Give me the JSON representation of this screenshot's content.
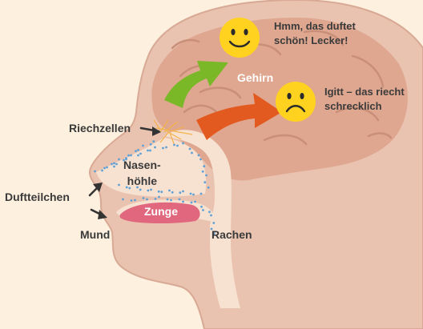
{
  "labels": {
    "pleasant_thought": "Hmm, das duftet\nschön! Lecker!",
    "unpleasant_thought": "Igitt – das riecht\nschrecklich",
    "brain": "Gehirn",
    "olfactory_cells": "Riechzellen",
    "nasal_cavity": "Nasen-\nhöhle",
    "odor_particles": "Duftteilchen",
    "tongue": "Zunge",
    "mouth": "Mund",
    "throat": "Rachen"
  },
  "icons": {
    "happy": "smiley-happy-icon",
    "sad": "smiley-sad-icon"
  },
  "colors": {
    "background": "#fdf0df",
    "head": "#e9c3b0",
    "brain": "#dfa790",
    "airway": "#f7e2d2",
    "tongue": "#e0677e",
    "arrow_positive": "#7ab828",
    "arrow_negative": "#e25a1f",
    "smiley": "#ffd21f",
    "particles": "#5fa0d6",
    "olfactory": "#f3b24a"
  }
}
